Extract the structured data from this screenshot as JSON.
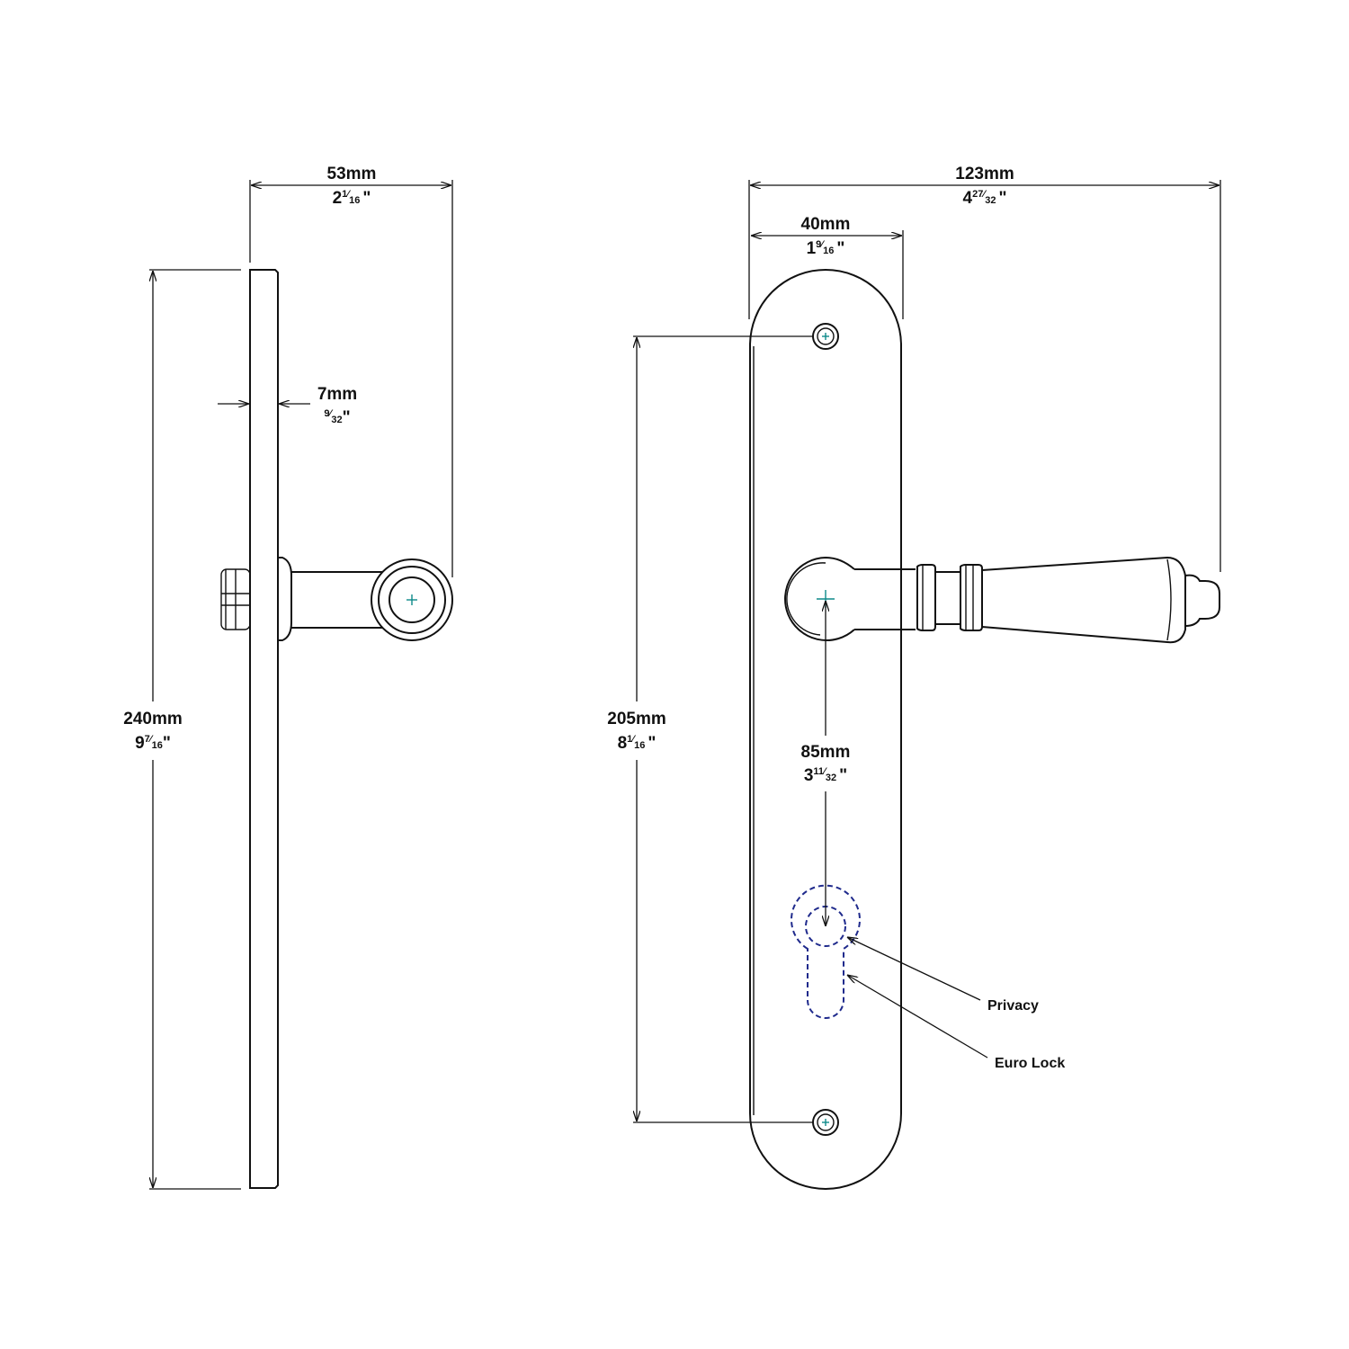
{
  "colors": {
    "line": "#111111",
    "center_mark": "#0e8a8a",
    "cutout": "#1f2a8c"
  },
  "side_view": {
    "depth": {
      "mm": "53mm",
      "whole": "2",
      "num": "1",
      "den": "16",
      "unit": "\""
    },
    "thickness": {
      "mm": "7mm",
      "whole": "",
      "num": "9",
      "den": "32",
      "unit": "\""
    },
    "height": {
      "mm": "240mm",
      "whole": "9",
      "num": "7",
      "den": "16",
      "unit": "\""
    }
  },
  "front_view": {
    "overall_width": {
      "mm": "123mm",
      "whole": "4",
      "num": "27",
      "den": "32",
      "unit": "\""
    },
    "plate_width": {
      "mm": "40mm",
      "whole": "1",
      "num": "9",
      "den": "16",
      "unit": "\""
    },
    "fixing_centres": {
      "mm": "205mm",
      "whole": "8",
      "num": "1",
      "den": "16",
      "unit": "\""
    },
    "backset": {
      "mm": "85mm",
      "whole": "3",
      "num": "11",
      "den": "32",
      "unit": "\""
    },
    "callouts": {
      "privacy": "Privacy",
      "euro_lock": "Euro Lock"
    }
  }
}
